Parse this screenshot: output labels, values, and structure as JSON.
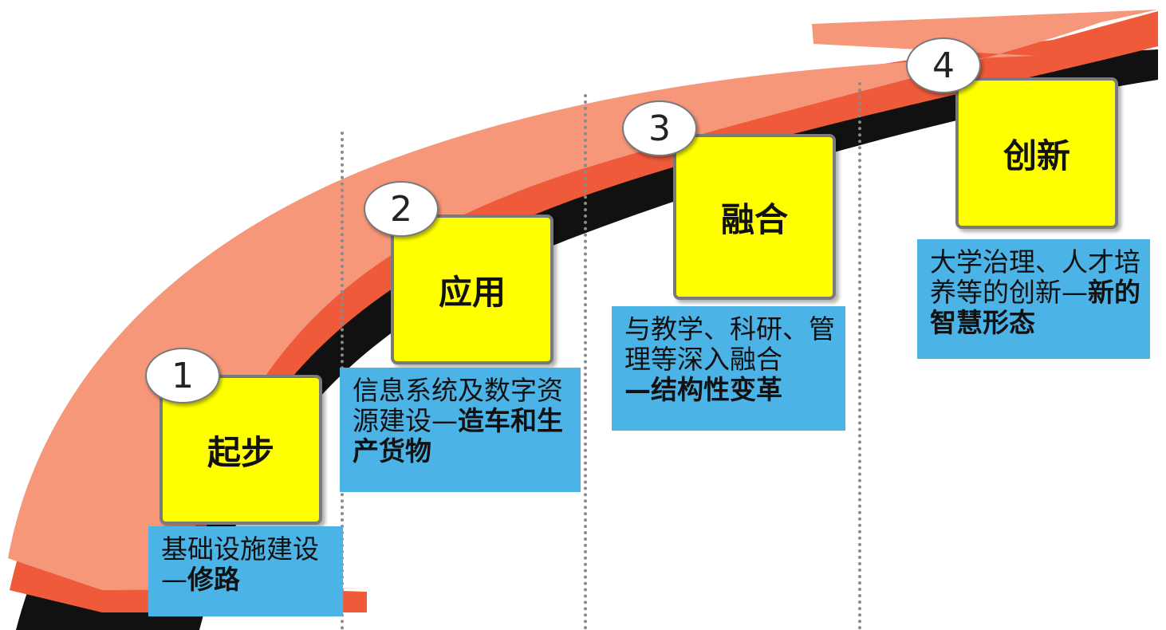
{
  "colors": {
    "arrow_fill": "#f7977a",
    "arrow_side": "#ee5a3a",
    "arrow_shadow": "#111111",
    "step_box": "#ffff00",
    "desc_box": "#4bb3e6",
    "divider": "#8a8a8a"
  },
  "steps": [
    {
      "number": "1",
      "title": "起步",
      "desc_normal": "基础设施建设—",
      "desc_bold": "修路"
    },
    {
      "number": "2",
      "title": "应用",
      "desc_normal": "信息系统及数字资源建设—",
      "desc_bold": "造车和生产货物"
    },
    {
      "number": "3",
      "title": "融合",
      "desc_normal": "与教学、科研、管理等深入融合",
      "desc_bold": "—结构性变革"
    },
    {
      "number": "4",
      "title": "创新",
      "desc_normal": "大学治理、人才培养等的创新—",
      "desc_bold": "新的智慧形态"
    }
  ]
}
